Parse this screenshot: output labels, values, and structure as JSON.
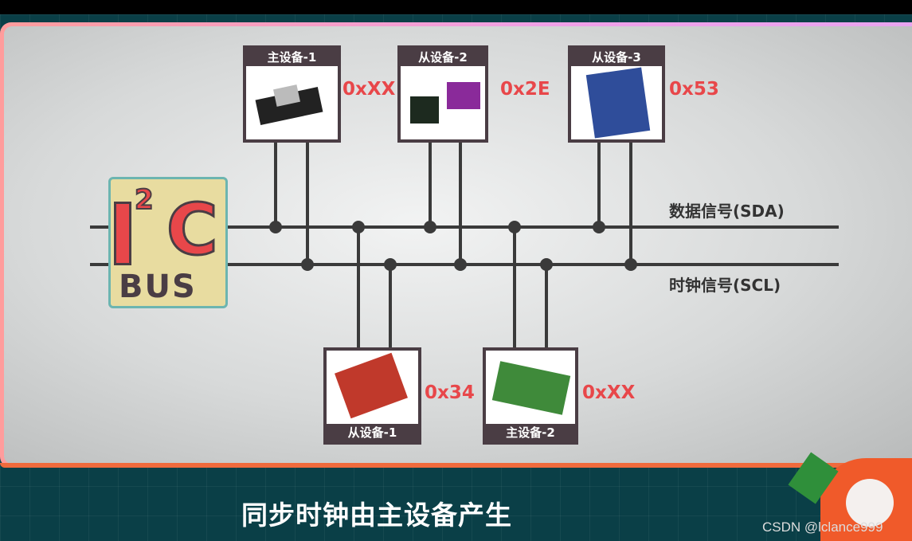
{
  "bus": {
    "logo_text_top": "I2C",
    "logo_text_bottom": "BUS",
    "sda_label": "数据信号(SDA)",
    "scl_label": "时钟信号(SCL)"
  },
  "devices": {
    "master1": {
      "title": "主设备-1",
      "address": "0xXX"
    },
    "slave2": {
      "title": "从设备-2",
      "address": "0x2E"
    },
    "slave3": {
      "title": "从设备-3",
      "address": "0x53"
    },
    "slave1": {
      "title": "从设备-1",
      "address": "0x34"
    },
    "master2": {
      "title": "主设备-2",
      "address": "0xXX"
    }
  },
  "subtitle": "同步时钟由主设备产生",
  "watermark": "CSDN @lclance999",
  "colors": {
    "address": "#e8474a",
    "box": "#4a3d44",
    "background": "#0a3f47"
  }
}
